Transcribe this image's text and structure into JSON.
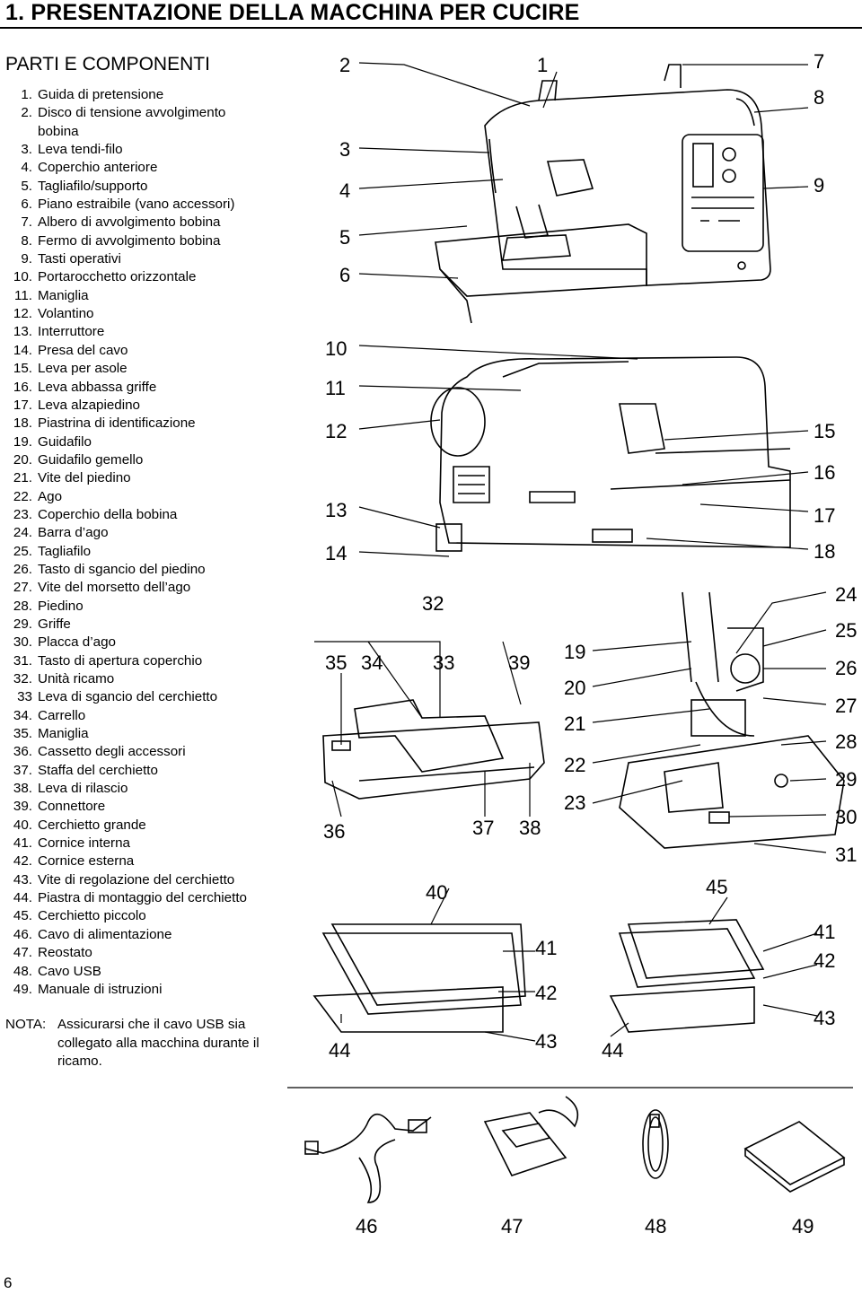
{
  "page": {
    "title": "1. PRESENTAZIONE DELLA MACCHINA PER CUCIRE",
    "section_title": "PARTI E COMPONENTI",
    "page_number": "6"
  },
  "parts": [
    {
      "num": "1.",
      "label": "Guida di pretensione"
    },
    {
      "num": "2.",
      "label": "Disco di tensione avvolgimento"
    },
    {
      "num": "",
      "label": "bobina"
    },
    {
      "num": "3.",
      "label": "Leva tendi-filo"
    },
    {
      "num": "4.",
      "label": "Coperchio anteriore"
    },
    {
      "num": "5.",
      "label": "Tagliafilo/supporto"
    },
    {
      "num": "6.",
      "label": "Piano estraibile (vano accessori)"
    },
    {
      "num": "7.",
      "label": "Albero di avvolgimento bobina"
    },
    {
      "num": "8.",
      "label": "Fermo di avvolgimento bobina"
    },
    {
      "num": "9.",
      "label": "Tasti operativi"
    },
    {
      "num": "10.",
      "label": "Portarocchetto orizzontale"
    },
    {
      "num": "11.",
      "label": "Maniglia"
    },
    {
      "num": "12.",
      "label": "Volantino"
    },
    {
      "num": "13.",
      "label": "Interruttore"
    },
    {
      "num": "14.",
      "label": "Presa del cavo"
    },
    {
      "num": "15.",
      "label": "Leva per asole"
    },
    {
      "num": "16.",
      "label": "Leva abbassa griffe"
    },
    {
      "num": "17.",
      "label": "Leva alzapiedino"
    },
    {
      "num": "18.",
      "label": "Piastrina di identificazione"
    },
    {
      "num": "19.",
      "label": "Guidafilo"
    },
    {
      "num": "20.",
      "label": "Guidafilo gemello"
    },
    {
      "num": "21.",
      "label": "Vite del piedino"
    },
    {
      "num": "22.",
      "label": "Ago"
    },
    {
      "num": "23.",
      "label": "Coperchio della bobina"
    },
    {
      "num": "24.",
      "label": "Barra d’ago"
    },
    {
      "num": "25.",
      "label": "Tagliafilo"
    },
    {
      "num": "26.",
      "label": "Tasto di sgancio del piedino"
    },
    {
      "num": "27.",
      "label": "Vite del morsetto dell’ago"
    },
    {
      "num": "28.",
      "label": "Piedino"
    },
    {
      "num": "29.",
      "label": "Griffe"
    },
    {
      "num": "30.",
      "label": "Placca d’ago"
    },
    {
      "num": "31.",
      "label": "Tasto di apertura coperchio"
    },
    {
      "num": "32.",
      "label": "Unità ricamo"
    },
    {
      "num": "33",
      "label": "Leva di sgancio del cerchietto"
    },
    {
      "num": "34.",
      "label": "Carrello"
    },
    {
      "num": "35.",
      "label": "Maniglia"
    },
    {
      "num": "36.",
      "label": "Cassetto degli accessori"
    },
    {
      "num": "37.",
      "label": "Staffa del cerchietto"
    },
    {
      "num": "38.",
      "label": "Leva di rilascio"
    },
    {
      "num": "39.",
      "label": "Connettore"
    },
    {
      "num": "40.",
      "label": "Cerchietto grande"
    },
    {
      "num": "41.",
      "label": "Cornice interna"
    },
    {
      "num": "42.",
      "label": "Cornice esterna"
    },
    {
      "num": "43.",
      "label": "Vite di regolazione del cerchietto"
    },
    {
      "num": "44.",
      "label": "Piastra di montaggio del cerchietto"
    },
    {
      "num": "45.",
      "label": "Cerchietto piccolo"
    },
    {
      "num": "46.",
      "label": "Cavo di alimentazione"
    },
    {
      "num": "47.",
      "label": "Reostato"
    },
    {
      "num": "48.",
      "label": "Cavo USB"
    },
    {
      "num": "49.",
      "label": "Manuale di istruzioni"
    }
  ],
  "note": {
    "label": "NOTA:",
    "text": "Assicurarsi che il cavo USB sia collegato alla macchina durante il ricamo."
  },
  "callouts": [
    "1",
    "2",
    "3",
    "4",
    "5",
    "6",
    "7",
    "8",
    "9",
    "10",
    "11",
    "12",
    "13",
    "14",
    "15",
    "16",
    "17",
    "18",
    "19",
    "20",
    "21",
    "22",
    "23",
    "24",
    "25",
    "26",
    "27",
    "28",
    "29",
    "30",
    "31",
    "32",
    "33",
    "34",
    "35",
    "36",
    "37",
    "38",
    "39",
    "40",
    "41",
    "41",
    "42",
    "42",
    "43",
    "43",
    "44",
    "44",
    "45",
    "46",
    "47",
    "48",
    "49"
  ]
}
